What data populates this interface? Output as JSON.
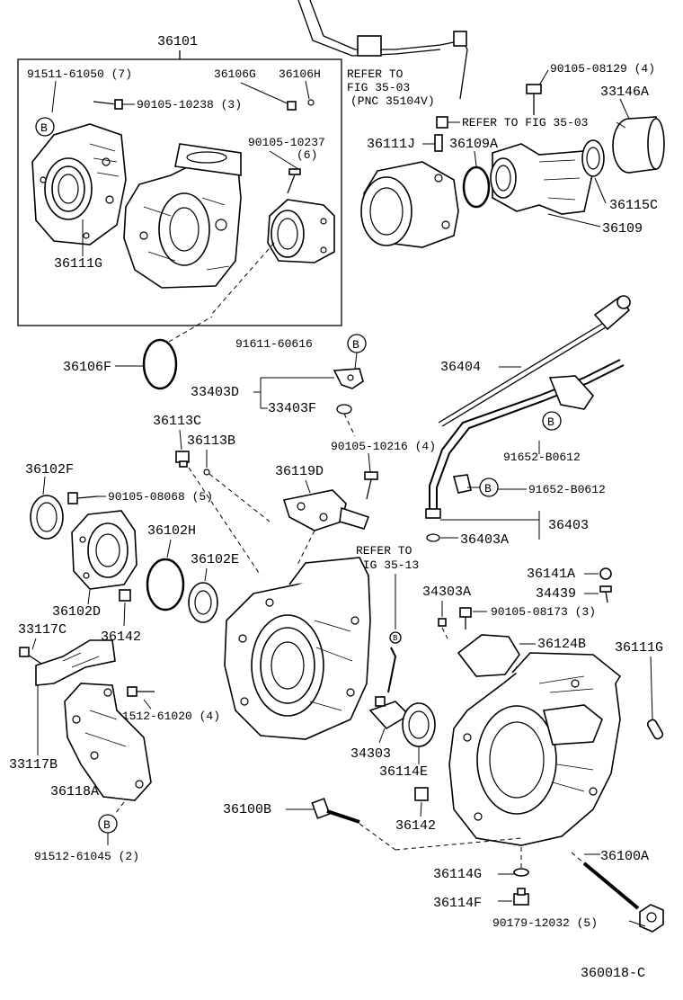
{
  "figure_code": "360018-C",
  "labels": {
    "p36101": "36101",
    "p91511_61050": "91511-61050 (7)",
    "p90105_10238": "90105-10238 (3)",
    "p36106G": "36106G",
    "p36106H": "36106H",
    "p90105_10237": "90105-10237",
    "p90105_10237_qty": "(6)",
    "p36111G_a": "36111G",
    "refer_a_1": "REFER TO",
    "refer_a_2": "FIG 35-03",
    "refer_a_3": "(PNC 35104V)",
    "p90105_08129": "90105-08129 (4)",
    "p33146A": "33146A",
    "refer_b": "REFER TO FIG 35-03",
    "p36111J": "36111J",
    "p36109A": "36109A",
    "p36115C": "36115C",
    "p36109": "36109",
    "p36106F": "36106F",
    "p91611_60616": "91611-60616",
    "p33403D": "33403D",
    "p33403F": "33403F",
    "p36404": "36404",
    "p36113C": "36113C",
    "p36113B": "36113B",
    "p90105_10216": "90105-10216 (4)",
    "p91652_B0612_a": "91652-B0612",
    "p36102F": "36102F",
    "p36119D": "36119D",
    "p90105_08068": "90105-08068 (5)",
    "p91652_B0612_b": "91652-B0612",
    "p36403": "36403",
    "p36102H": "36102H",
    "p36403A": "36403A",
    "refer_c_1": "REFER TO",
    "refer_c_2": "FIG 35-13",
    "p36102E": "36102E",
    "p36141A": "36141A",
    "p34303A": "34303A",
    "p34439": "34439",
    "p36102D": "36102D",
    "p33117C": "33117C",
    "p36142_a": "36142",
    "p90105_08173": "90105-08173 (3)",
    "p36124B": "36124B",
    "p36111G_b": "36111G",
    "p91512_61020": "91512-61020 (4)",
    "p33117B": "33117B",
    "p34303": "34303",
    "p36114E": "36114E",
    "p36118A": "36118A",
    "p36100B": "36100B",
    "p36142_b": "36142",
    "p91512_61045": "91512-61045 (2)",
    "p36114G": "36114G",
    "p36100A": "36100A",
    "p36114F": "36114F",
    "p90179_12032": "90179-12032 (5)",
    "marker_b": "B",
    "marker_b_small": "B"
  }
}
